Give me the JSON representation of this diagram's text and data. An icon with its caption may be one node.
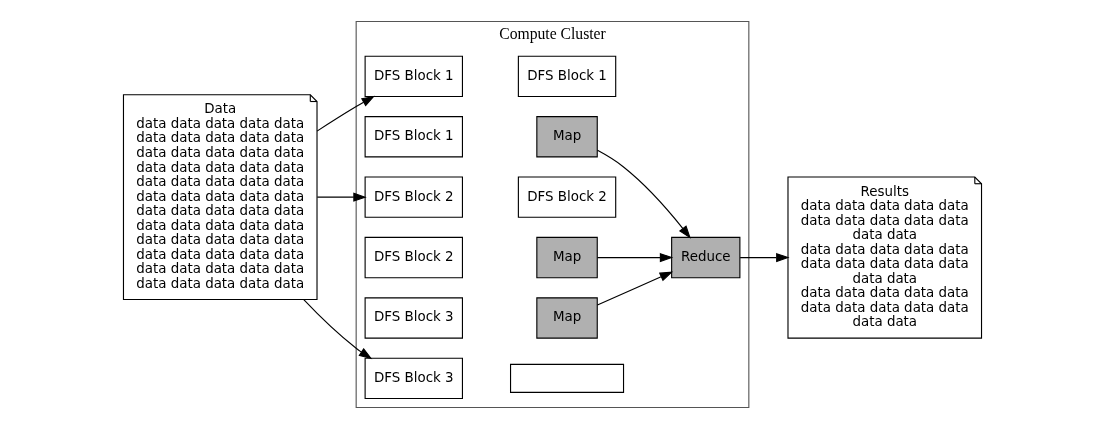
{
  "diagram": {
    "nodes": [
      {
        "text": [
          "Data",
          "data data data data data data data data data data data data data data data",
          "data data data data data data data data data data data data data data data",
          "data data data data data data data data data data data data data data data",
          "data data data data data data data data data data data data data data data"
        ]
      },
      {
        "text": [
          "Compute Cluster"
        ]
      },
      {
        "text": [
          "DFS Block 1"
        ],
        "in": 1
      },
      {
        "text": [
          "DFS Block 1"
        ],
        "in": 1
      },
      {
        "text": [
          "Map"
        ],
        "in": 1
      },
      {
        "text": [
          "DFS Block 1"
        ],
        "in": 1
      },
      {
        "text": [
          "DFS Block 2"
        ],
        "in": 1
      },
      {
        "text": [
          "DFS Block 2"
        ],
        "in": 1
      },
      {
        "text": [
          "Map"
        ],
        "in": 1
      },
      {
        "text": [
          "Reduce"
        ],
        "in": 1
      },
      {
        "text": [
          "DFS Block 2"
        ],
        "in": 1
      },
      {
        "text": [
          "Map"
        ],
        "in": 1
      },
      {
        "text": [
          "DFS Block 3"
        ],
        "in": 1
      },
      {
        "text": [
          "DFS Block 3"
        ],
        "in": 1
      },
      {
        "text": [],
        "shape": "box",
        "in": 1
      },
      {
        "text": [
          "Results",
          "data data data data data data data data data data data data",
          "data data data data data data data data data data data data",
          "data data data data data data data data data data data data"
        ]
      }
    ],
    "edges": [
      {
        "from": 0,
        "to": 2,
        "arrow": "to"
      },
      {
        "from": 0,
        "to": 6,
        "arrow": "to"
      },
      {
        "from": 0,
        "to": 13,
        "arrow": "to"
      },
      {
        "from": 4,
        "to": 9,
        "arrow": "to"
      },
      {
        "from": 8,
        "to": 9,
        "arrow": "to"
      },
      {
        "from": 11,
        "to": 9,
        "arrow": "to"
      },
      {
        "from": 9,
        "to": 15,
        "arrow": "to"
      }
    ]
  }
}
